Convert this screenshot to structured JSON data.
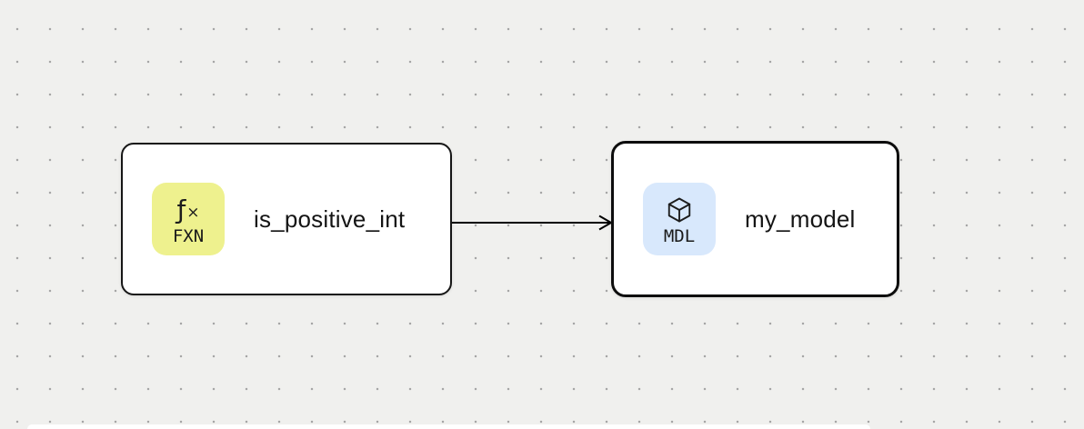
{
  "canvas": {
    "background_color": "#f0f0ee",
    "dot_color": "#a6a6a6"
  },
  "nodes": [
    {
      "id": "is_positive_int",
      "label": "is_positive_int",
      "type": "function",
      "selected": false,
      "badge": {
        "text": "FXN",
        "icon": "function-fx-icon",
        "glyph_f": "ƒ",
        "glyph_x": "×",
        "color": "#eef18e"
      }
    },
    {
      "id": "my_model",
      "label": "my_model",
      "type": "model",
      "selected": true,
      "badge": {
        "text": "MDL",
        "icon": "cube-icon",
        "color": "#d8e8fc"
      }
    }
  ],
  "edges": [
    {
      "from": "is_positive_int",
      "to": "my_model"
    }
  ]
}
